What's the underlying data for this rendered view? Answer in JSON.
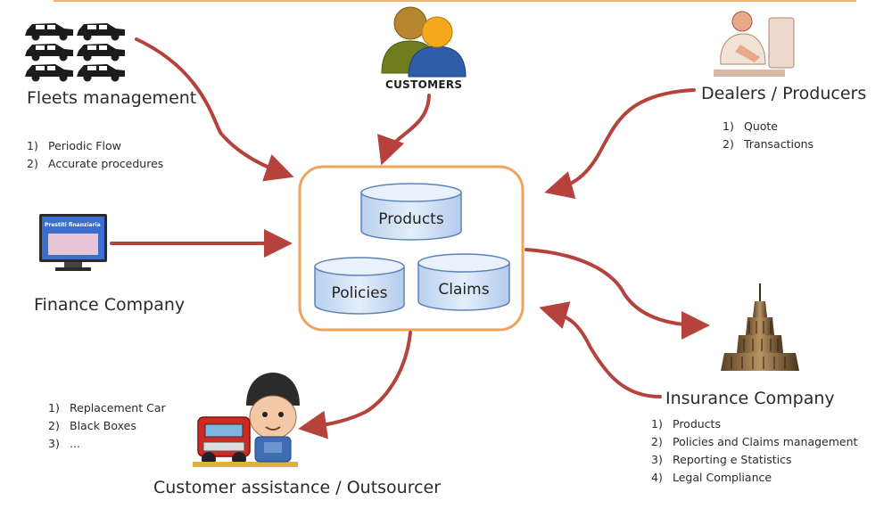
{
  "hub": {
    "databases": {
      "products": "Products",
      "policies": "Policies",
      "claims": "Claims"
    }
  },
  "customers": {
    "label": "CUSTOMERS"
  },
  "fleets": {
    "label": "Fleets management",
    "items": [
      "Periodic Flow",
      "Accurate procedures"
    ]
  },
  "finance": {
    "label": "Finance Company",
    "screen_text": "Prestiti finanziaria"
  },
  "dealers": {
    "label": "Dealers / Producers",
    "items": [
      "Quote",
      "Transactions"
    ]
  },
  "insurance": {
    "label": "Insurance Company",
    "items": [
      "Products",
      "Policies and Claims management",
      "Reporting e Statistics",
      "Legal Compliance"
    ]
  },
  "assistance": {
    "label": "Customer assistance / Outsourcer",
    "items": [
      "Replacement Car",
      "Black Boxes",
      "..."
    ]
  },
  "colors": {
    "arrow": "#b5423c",
    "hub_border": "#f0a35a",
    "db_fill": "#cfe0f5",
    "db_stroke": "#5a82b8"
  }
}
